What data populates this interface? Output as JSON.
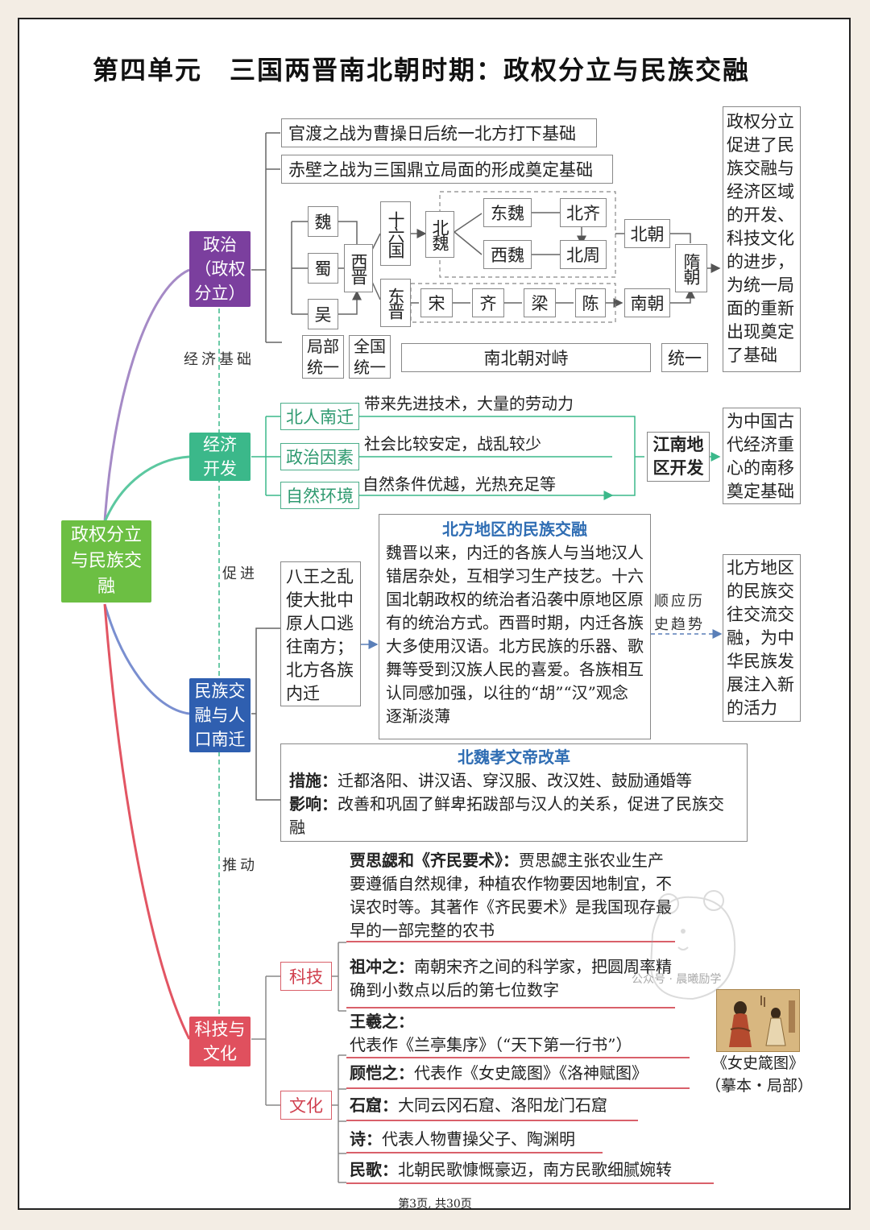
{
  "title": "第四单元　三国两晋南北朝时期：政权分立与民族交融",
  "root": "政权分立与民族交融",
  "categories": {
    "politics": "政治（政权分立）",
    "economy": "经济开发",
    "ethnic": "民族交融与人口南迁",
    "science": "科技与文化"
  },
  "links": {
    "econ_basis": "经济基础",
    "promote": "促进",
    "drive": "推动",
    "follow_trend": "顺应历史趋势"
  },
  "politics": {
    "battle1": "官渡之战为曹操日后统一北方打下基础",
    "battle2": "赤壁之战为三国鼎立局面的形成奠定基础",
    "wei": "魏",
    "shu": "蜀",
    "wu": "吴",
    "western_jin": "西晋",
    "sixteen": "十六国",
    "northern_wei": "北魏",
    "eastern_wei": "东魏",
    "western_wei": "西魏",
    "northern_qi": "北齐",
    "northern_zhou": "北周",
    "northern_dyn": "北朝",
    "eastern_jin": "东晋",
    "song": "宋",
    "qi": "齐",
    "liang": "梁",
    "chen": "陈",
    "southern_dyn": "南朝",
    "sui": "隋朝",
    "partial_unity": "局部统一",
    "national_unity": "全国统一",
    "confrontation": "南北朝对峙",
    "unify": "统一",
    "conclusion": "政权分立促进了民族交融与经济区域的开发、科技文化的进步，为统一局面的重新出现奠定了基础"
  },
  "economy": {
    "f1_label": "北人南迁",
    "f1_text": "带来先进技术，大量的劳动力",
    "f2_label": "政治因素",
    "f2_text": "社会比较安定，战乱较少",
    "f3_label": "自然环境",
    "f3_text": "自然条件优越，光热充足等",
    "result": "江南地区开发",
    "conclusion": "为中国古代经济重心的南移奠定基础"
  },
  "ethnic": {
    "migration": "八王之乱使大批中原人口逃往南方；北方各族内迁",
    "north_title": "北方地区的民族交融",
    "north_text": "魏晋以来，内迁的各族人与当地汉人错居杂处，互相学习生产技艺。十六国北朝政权的统治者沿袭中原地区原有的统治方式。西晋时期，内迁各族大多使用汉语。北方民族的乐器、歌舞等受到汉族人民的喜爱。各族相互认同感加强，以往的“胡”“汉”观念逐渐淡薄",
    "conclusion": "北方地区的民族交往交流交融，为中华民族发展注入新的活力",
    "reform_title": "北魏孝文帝改革",
    "measures_label": "措施：",
    "measures_text": "迁都洛阳、讲汉语、穿汉服、改汉姓、鼓励通婚等",
    "impact_label": "影响：",
    "impact_text": "改善和巩固了鲜卑拓跋部与汉人的关系，促进了民族交融"
  },
  "science": {
    "tech_label": "科技",
    "culture_label": "文化",
    "jia_name": "贾思勰和《齐民要术》：",
    "jia_text": "贾思勰主张农业生产要遵循自然规律，种植农作物要因地制宜，不误农时等。其著作《齐民要术》是我国现存最早的一部完整的农书",
    "zu_name": "祖冲之：",
    "zu_text": "南朝宋齐之间的科学家，把圆周率精确到小数点以后的第七位数字",
    "wang_name": "王羲之：",
    "wang_text": "代表作《兰亭集序》（“天下第一行书”）",
    "gu_name": "顾恺之：",
    "gu_text": "代表作《女史箴图》《洛神赋图》",
    "grotto_name": "石窟：",
    "grotto_text": "大同云冈石窟、洛阳龙门石窟",
    "poetry_name": "诗：",
    "poetry_text": "代表人物曹操父子、陶渊明",
    "folk_name": "民歌：",
    "folk_text": "北朝民歌慷慨豪迈，南方民歌细腻婉转",
    "painting_caption1": "《女史箴图》",
    "painting_caption2": "（摹本・局部）"
  },
  "watermark": "公众号 · 晨曦励学",
  "footer": "第3页, 共30页",
  "colors": {
    "politics": "#7b3f9e",
    "economy": "#3bb88a",
    "ethnic": "#2f5fb0",
    "science": "#e0505e",
    "root": "#6cbf43",
    "blue_text": "#2f6db3"
  }
}
